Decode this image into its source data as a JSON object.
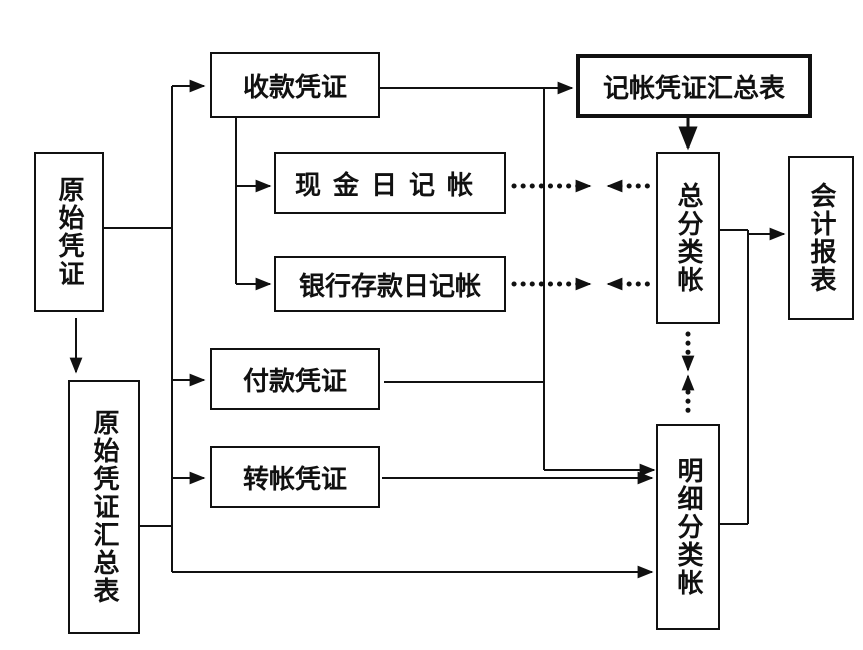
{
  "nodes": {
    "original_voucher": "原始凭证",
    "original_voucher_summary": "原始凭证汇总表",
    "receipt_voucher": "收款凭证",
    "cash_journal": "现金日记帐",
    "bank_journal": "银行存款日记帐",
    "payment_voucher": "付款凭证",
    "transfer_voucher": "转帐凭证",
    "voucher_summary": "记帐凭证汇总表",
    "general_ledger": "总分类帐",
    "subsidiary_ledger": "明细分类帐",
    "financial_statements": "会计报表"
  },
  "colors": {
    "ink": "#111111",
    "background": "#ffffff"
  }
}
